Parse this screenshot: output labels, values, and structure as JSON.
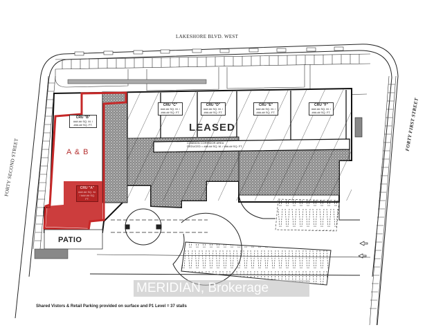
{
  "streets": {
    "north": "LAKESHORE BLVD. WEST",
    "west": "FORTY SECOND STREET",
    "east": "FORTY FIRST STREET"
  },
  "units": [
    {
      "name": "CRU \"B\"",
      "detail": "###.## SQ. M. / ###.## SQ. FT."
    },
    {
      "name": "CRU \"C\"",
      "detail": "###.## SQ. M. / ###.## SQ. FT."
    },
    {
      "name": "CRU \"D\"",
      "detail": "###.## SQ. M. / ###.## SQ. FT."
    },
    {
      "name": "CRU \"E\"",
      "detail": "###.## SQ. M. / ###.## SQ. FT."
    },
    {
      "name": "CRU \"F\"",
      "detail": "###.## SQ. M. / ###.## SQ. FT."
    },
    {
      "name": "CRU \"A\"",
      "detail": "###.## SQ. M. / ###.## SQ. FT."
    }
  ],
  "labels": {
    "leased": "LEASED",
    "available": "A & B",
    "patio": "PATIO",
    "corridor_line1": "COMMON CORRIDOR AREA",
    "corridor_line2": "DEDUCED = ###.## SQ. M. / ###.## SQ. FT."
  },
  "colors": {
    "highlight": "#c62828",
    "hatch": "#5a5a5a",
    "line": "#222222"
  },
  "footnote": "Shared Vistors & Retail Parking provided on surface and P1 Level = 37 stalls",
  "watermark": "MERIDIAN, Brokerage"
}
